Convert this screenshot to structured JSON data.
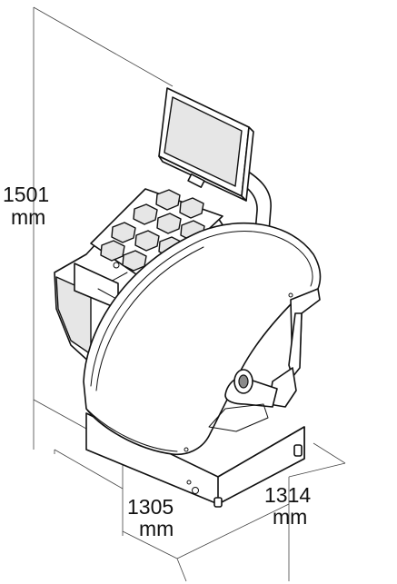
{
  "dimensions": {
    "height": {
      "value": "1501",
      "unit": "mm"
    },
    "depth": {
      "value": "1305",
      "unit": "mm"
    },
    "width": {
      "value": "1314",
      "unit": "mm"
    }
  },
  "colors": {
    "line": "#111111",
    "background": "#ffffff",
    "shade": "#e6e6e6"
  }
}
